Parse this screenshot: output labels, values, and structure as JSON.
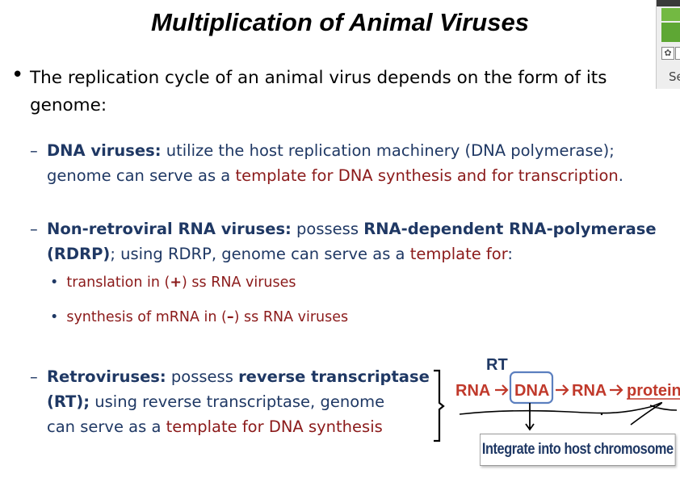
{
  "slide": {
    "title": "Multiplication of Animal Viruses",
    "bullet": "•",
    "intro": "The replication cycle of an animal virus depends on the form of its genome:",
    "dna": {
      "dash": "–",
      "heading": "DNA viruses:",
      "text1": " utilize the host replication machinery (DNA polymerase); genome can serve as a ",
      "red": "template for DNA synthesis and for transcription",
      "end": "."
    },
    "rna": {
      "dash": "–",
      "heading": "Non-retroviral RNA viruses:",
      "text1": "  possess ",
      "bold2": "RNA-dependent RNA-polymerase (RDRP)",
      "text2": "; using RDRP, genome can serve as a ",
      "red": "template for",
      "end": ":",
      "items": [
        {
          "dot": "•",
          "pre": "translation in (",
          "sign": "+",
          "post": ") ss RNA viruses"
        },
        {
          "dot": "•",
          "pre": "synthesis of mRNA in (",
          "sign": "–",
          "post": ") ss RNA viruses"
        }
      ]
    },
    "retro": {
      "dash": "–",
      "heading": "Retroviruses:",
      "text1": "  possess ",
      "bold2": "reverse transcriptase",
      "bold3": "(RT);",
      "text2": " using reverse transcriptase, genome",
      "text3": "can serve as a ",
      "red": "template for DNA synthesis"
    },
    "diagram": {
      "rt_label": "RT",
      "rna1": "RNA",
      "dna": "DNA",
      "rna2": "RNA",
      "protein": "protein",
      "host_box": "Integrate into host chromosome"
    },
    "widget": {
      "se_label": "Se"
    }
  },
  "colors": {
    "navy": "#1f3864",
    "dark_red": "#8b1a1a",
    "diagram_red": "#c0392b",
    "dna_box": "#5b7fbf"
  }
}
